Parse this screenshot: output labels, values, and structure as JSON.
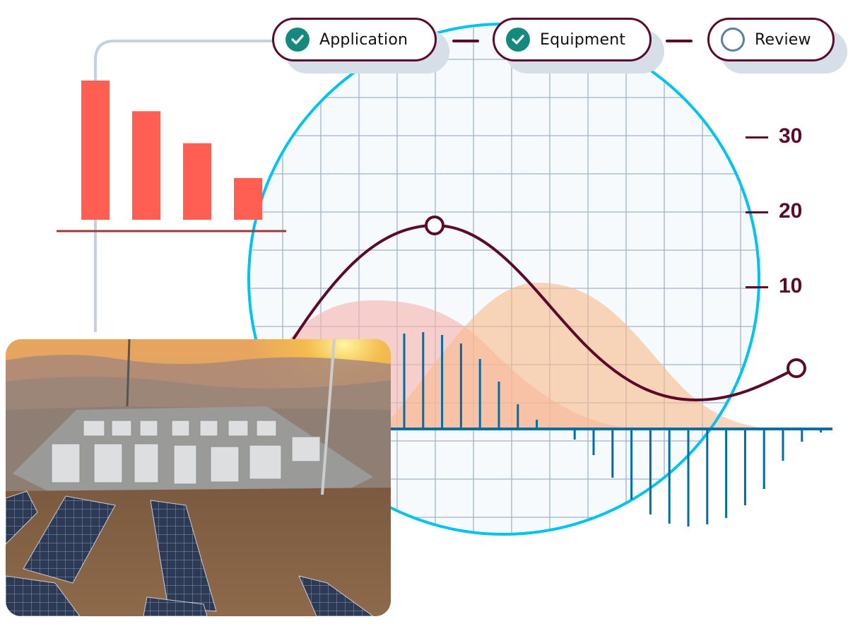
{
  "steps": [
    {
      "label": "Application",
      "status": "complete",
      "icon": "check-circle-icon"
    },
    {
      "label": "Equipment",
      "status": "complete",
      "icon": "check-circle-icon"
    },
    {
      "label": "Review",
      "status": "pending",
      "icon": "empty-circle-icon"
    }
  ],
  "axis_labels": [
    "30",
    "20",
    "10"
  ],
  "colors": {
    "accent": "#5c0a2a",
    "check": "#16897f",
    "circle": "#00c3ef",
    "bars": "#ff5f52",
    "stems": "#006da3",
    "pink_area": "#f8c4c0",
    "orange_area": "#f9c9a0"
  },
  "bar_levels": [
    1.0,
    0.78,
    0.55,
    0.3
  ],
  "stem_values": [
    135,
    137,
    133,
    121,
    99,
    67,
    35,
    13,
    2,
    -15,
    -37,
    -69,
    -100,
    -121,
    -134,
    -138,
    -135,
    -126,
    -108,
    -85,
    -45,
    -18,
    -5
  ]
}
